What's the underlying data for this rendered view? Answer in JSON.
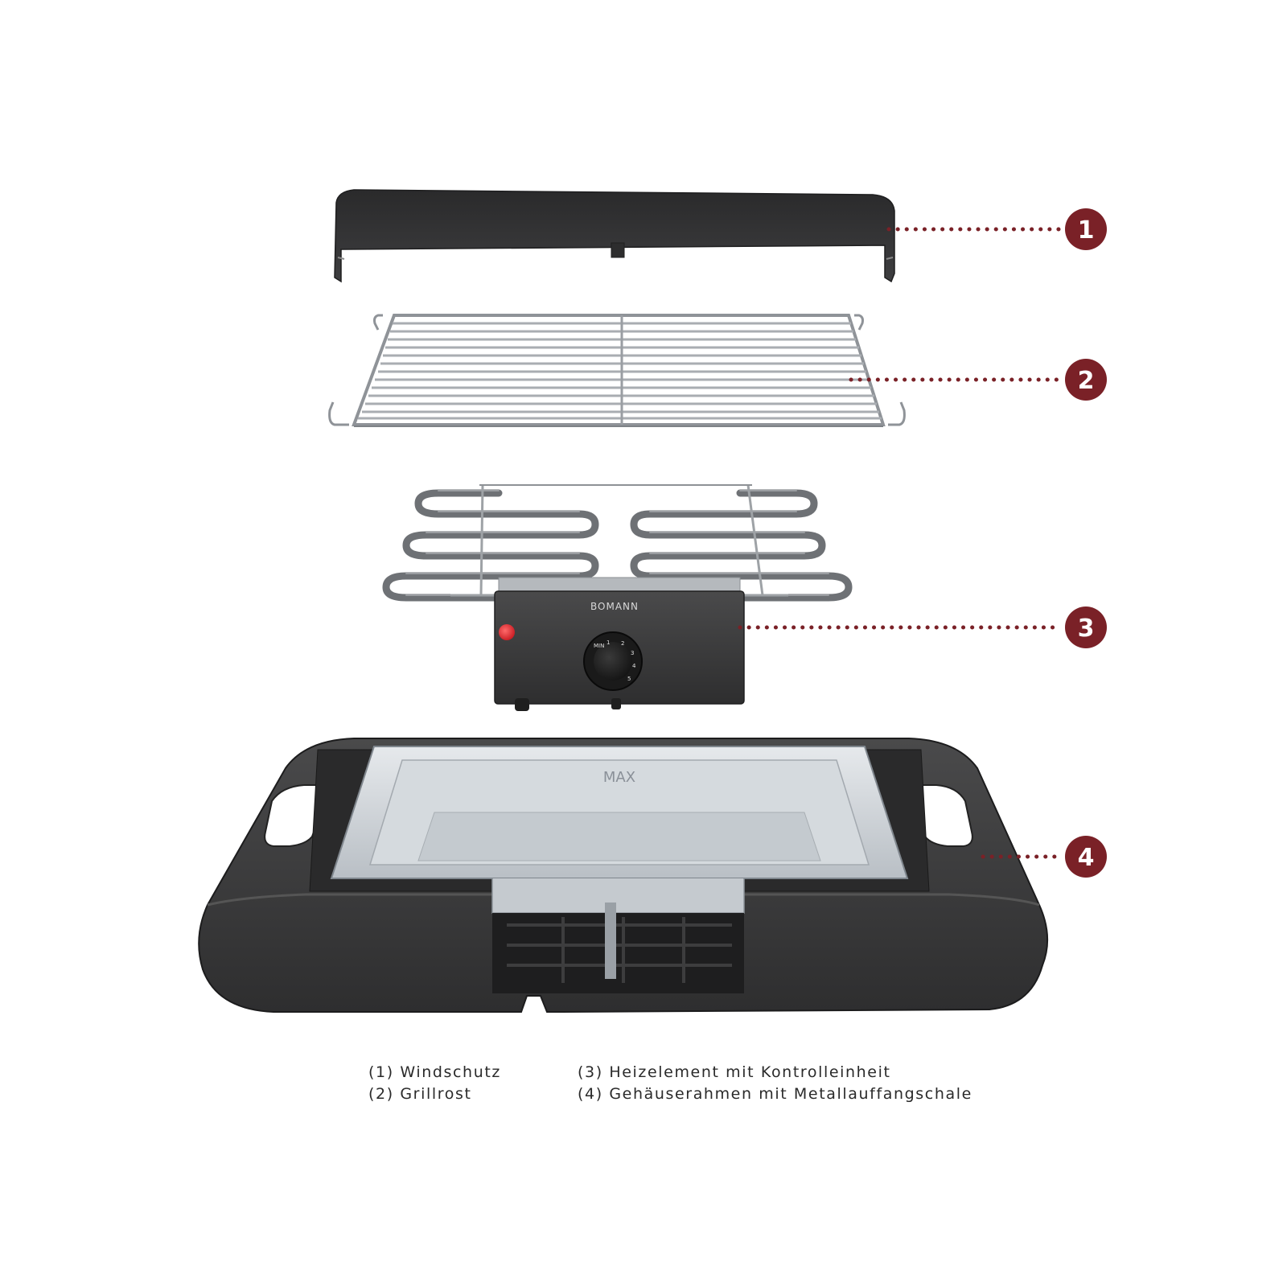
{
  "brand": "BOMANN",
  "pan_mark": "MAX",
  "dial_numbers": [
    "MIN",
    "1",
    "2",
    "3",
    "4",
    "5"
  ],
  "colors": {
    "marker_fill": "#7a2127",
    "leader_dots": "#7a2127",
    "housing": "#3b3b3c",
    "grate_wire": "#a9adb2",
    "coil": "#6e7175",
    "pan": "#c9ced3",
    "indicator": "#e0262e"
  },
  "markers": [
    {
      "number": "1"
    },
    {
      "number": "2"
    },
    {
      "number": "3"
    },
    {
      "number": "4"
    }
  ],
  "legend": {
    "left": [
      "(1) Windschutz",
      "(2) Grillrost"
    ],
    "right": [
      "(3) Heizelement mit Kontrolleinheit",
      "(4) Gehäuserahmen mit Metallauffangschale"
    ]
  }
}
